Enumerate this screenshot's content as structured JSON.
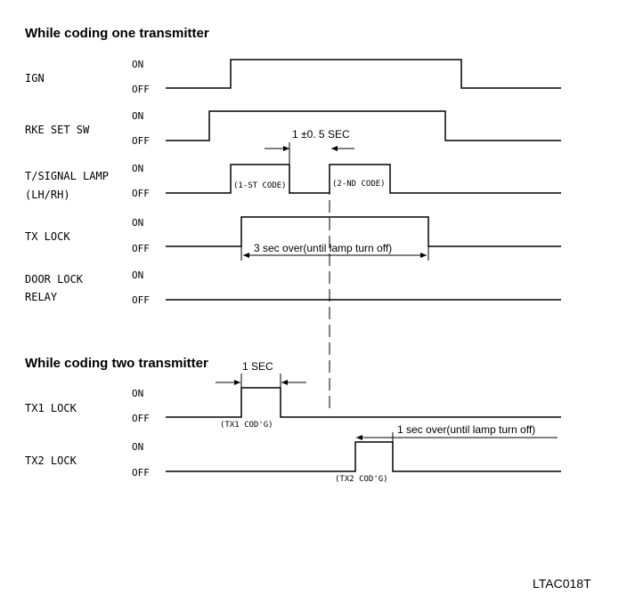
{
  "section1_title": "While coding one transmitter",
  "section2_title": "While coding two transmitter",
  "signals": {
    "ign": "IGN",
    "rke_set_sw": "RKE SET SW",
    "t_signal_lamp_1": "T/SIGNAL LAMP",
    "t_signal_lamp_2": "(LH/RH)",
    "tx_lock": "TX LOCK",
    "door_lock_relay_1": "DOOR LOCK",
    "door_lock_relay_2": "RELAY",
    "tx1_lock": "TX1 LOCK",
    "tx2_lock": "TX2 LOCK"
  },
  "levels": {
    "on": "ON",
    "off": "OFF"
  },
  "annotations": {
    "gap": "1 ±0. 5 SEC",
    "first_code": "(1-ST CODE)",
    "second_code": "(2-ND CODE)",
    "three_sec": "3 sec over(until lamp turn off)",
    "one_sec": "1 SEC",
    "tx1_code": "(TX1 COD'G)",
    "one_sec_over": "1  sec over(until lamp turn off)",
    "tx2_code": "(TX2 COD'G)"
  },
  "figure_ref": "LTAC018T"
}
